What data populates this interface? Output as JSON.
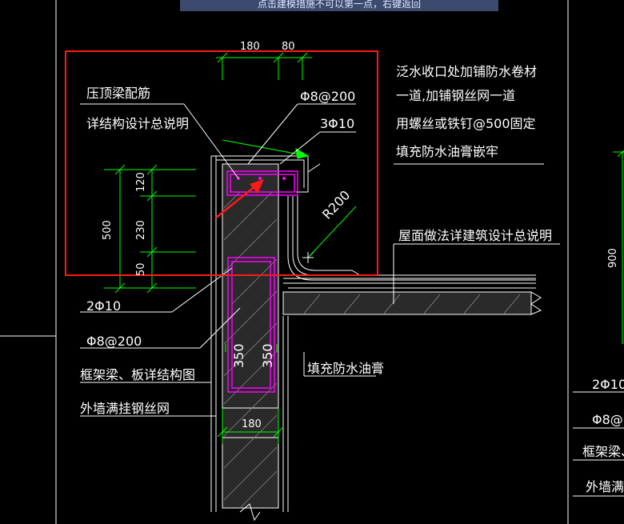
{
  "banner": {
    "text": "点击建模措施不可以第一点，右键返回"
  },
  "dimensions": {
    "top_width_1": "180",
    "top_width_2": "80",
    "height_total": "500",
    "seg_120": "120",
    "seg_230": "230",
    "seg_50": "50",
    "radius": "R200",
    "col_350_a": "350",
    "col_350_b": "350",
    "bottom_180": "180",
    "right_900": "900"
  },
  "labels": {
    "coping_beam_line1": "压顶梁配筋",
    "coping_beam_line2": "详结构设计总说明",
    "stirrup": "Φ8@200",
    "top_bars": "3Φ10",
    "flashing_note": [
      "泛水收口处加铺防水卷材",
      "一道,加铺钢丝网一道",
      "用螺丝或铁钉@500固定",
      "填充防水油膏嵌牢"
    ],
    "roof_note": "屋面做法详建筑设计总说明",
    "bars_2phi10": "2Φ10",
    "stirrup_2": "Φ8@200",
    "frame_beam": "框架梁、板详结构图",
    "steel_mesh": "外墙满挂钢丝网",
    "fill_sealant": "填充防水油膏"
  },
  "right_cutoff": {
    "bars": "2Φ10",
    "stirrup": "Φ8@",
    "frame": "框架梁、",
    "mesh": "外墙满挂"
  },
  "colors": {
    "background": "#000000",
    "annotation": "#ffffff",
    "dimension": "#00ff00",
    "rebar": "#ff00ff",
    "highlight": "#ff0000",
    "section_line": "#ffffff"
  }
}
